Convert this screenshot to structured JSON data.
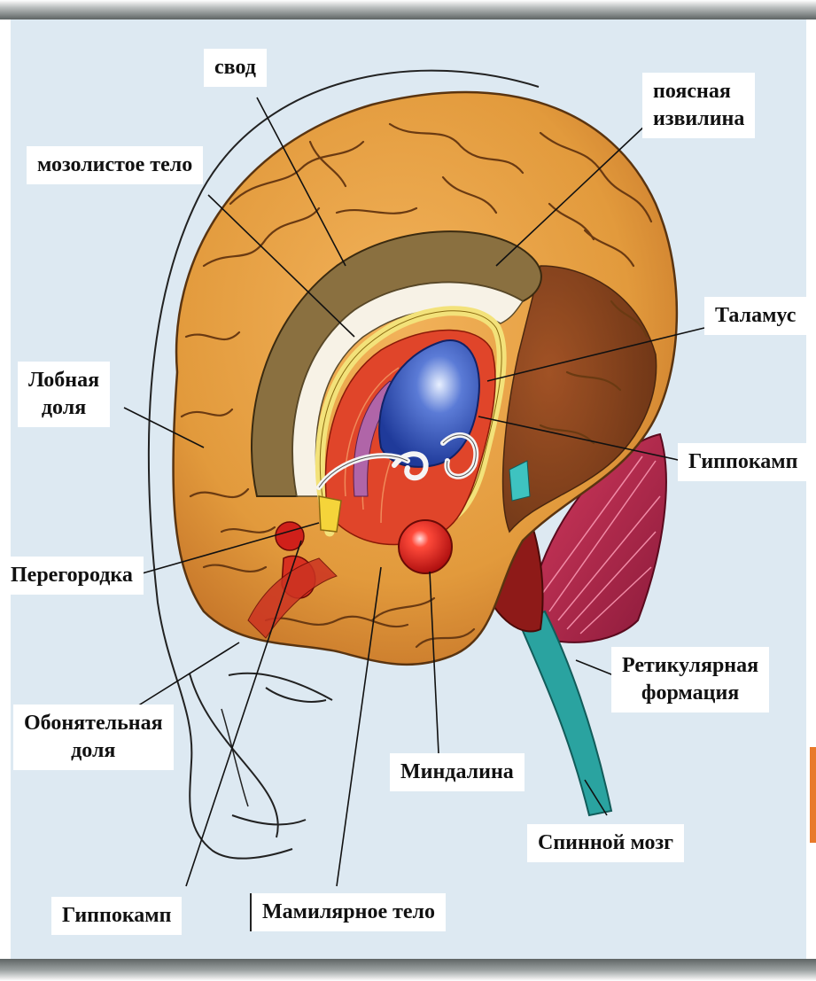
{
  "labels": {
    "svod": "свод",
    "poyasnaya_1": "поясная",
    "poyasnaya_2": "извилина",
    "mozolistoe": "мозолистое тело",
    "talamus": "Таламус",
    "lobnaya_1": "Лобная",
    "lobnaya_2": "доля",
    "gippokamp_right": "Гиппокамп",
    "peregorodka": "Перегородка",
    "retikulyarnaya_1": "Ретикулярная",
    "retikulyarnaya_2": "формация",
    "obonyatelnaya_1": "Обонятельная",
    "obonyatelnaya_2": "доля",
    "mindalina": "Миндалина",
    "spinnoy": "Спинной мозг",
    "gippokamp_bottom": "Гиппокамп",
    "mamilyarnoe": "Мамилярное тело"
  },
  "colors": {
    "background": "#dde9f2",
    "cortex": "#e29a3c",
    "cingulate": "#8a7040",
    "fornix": "#f3e27a",
    "limbic": "#e0452a",
    "thalamus": "#2f4fb5",
    "cerebellum": "#b3284e",
    "spinal_cord": "#2aa3a0",
    "accent": "#e87a2a"
  }
}
